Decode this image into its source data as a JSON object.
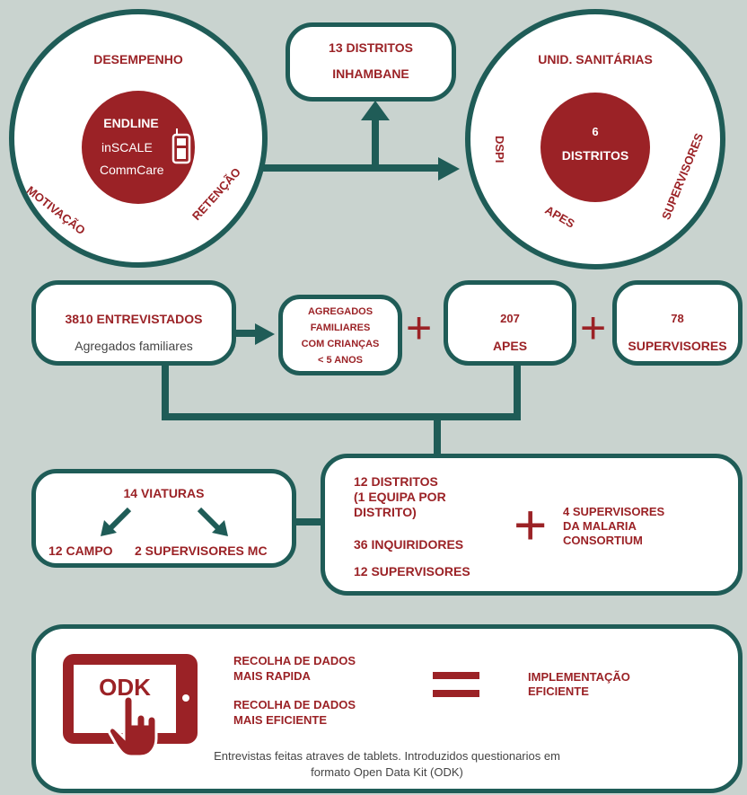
{
  "top_left": {
    "label_top": "DESEMPENHO",
    "label_left": "MOTIVAÇÃO",
    "label_right": "RETENÇÃO",
    "center": {
      "title": "ENDLINE",
      "line1": "inSCALE",
      "line2": "CommCare"
    }
  },
  "top_middle": {
    "line1": "13 DISTRITOS",
    "line2": "INHAMBANE"
  },
  "top_right": {
    "label_top": "UNID. SANITÁRIAS",
    "label_left": "DSPI",
    "label_right": "SUPERVISORES",
    "label_bottom": "APES",
    "center": {
      "line1": "6",
      "line2": "DISTRITOS"
    }
  },
  "row2": {
    "interviewed": {
      "title": "3810 ENTREVISTADOS",
      "subtitle": "Agregados familiares"
    },
    "households": {
      "line1": "AGREGADOS",
      "line2": "FAMILIARES",
      "line3": "COM CRIANÇAS",
      "line4": "< 5 ANOS"
    },
    "apes": {
      "line1": "207",
      "line2": "APES"
    },
    "supervisors": {
      "line1": "78",
      "line2": "SUPERVISORES"
    },
    "plus": "+"
  },
  "row3": {
    "vehicles": {
      "title": "14 VIATURAS",
      "left": "12 CAMPO",
      "right": "2 SUPERVISORES MC"
    },
    "teams": {
      "line1": "12 DISTRITOS",
      "line2": "(1 EQUIPA POR",
      "line3": "DISTRITO)",
      "inquirers": "36 INQUIRIDORES",
      "supervisors": "12 SUPERVISORES",
      "plus": "+",
      "mc_line1": "4 SUPERVISORES",
      "mc_line2": "DA MALARIA",
      "mc_line3": "CONSORTIUM"
    }
  },
  "row4": {
    "tablet_label": "ODK",
    "faster_line1": "RECOLHA DE DADOS",
    "faster_line2": "MAIS RAPIDA",
    "efficient_line1": "RECOLHA DE DADOS",
    "efficient_line2": "MAIS EFICIENTE",
    "equals_result_line1": "IMPLEMENTAÇÃO",
    "equals_result_line2": "EFICIENTE",
    "footnote_line1": "Entrevistas feitas atraves de tablets. Introduzidos questionarios em",
    "footnote_line2": "formato Open Data Kit (ODK)"
  },
  "colors": {
    "teal": "#1f5c57",
    "red": "#9b2226",
    "background": "#c9d3cf"
  },
  "icons": [
    "phone-icon",
    "tablet-icon",
    "pointing-hand-icon"
  ]
}
